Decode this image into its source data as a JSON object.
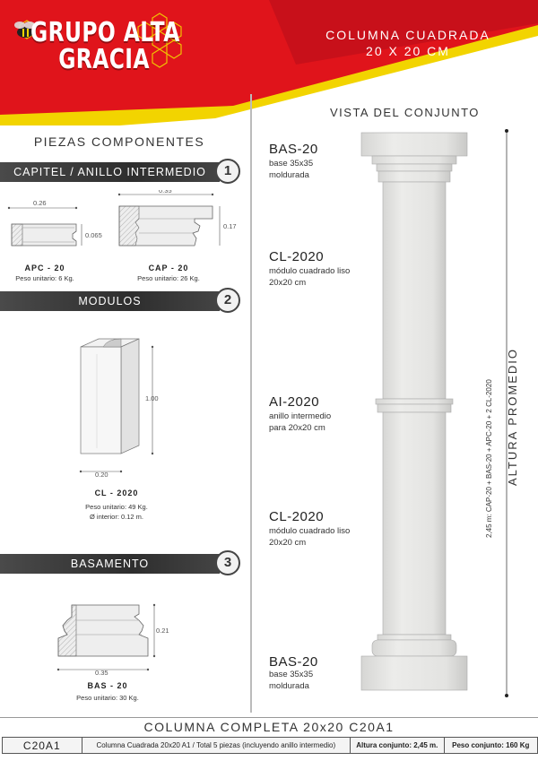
{
  "brand": {
    "line1": "GRUPO ALTA",
    "line2": "GRACIA"
  },
  "header": {
    "title_line1": "COLUMNA CUADRADA",
    "title_line2": "20 X 20 CM"
  },
  "left": {
    "heading": "PIEZAS COMPONENTES",
    "sections": [
      {
        "label": "CAPITEL / ANILLO INTERMEDIO",
        "number": "1"
      },
      {
        "label": "MODULOS",
        "number": "2"
      },
      {
        "label": "BASAMENTO",
        "number": "3"
      }
    ],
    "pieces": {
      "apc": {
        "code": "APC - 20",
        "info": "Peso unitario: 6 Kg.",
        "dim_w": "0.26",
        "dim_h": "0.065"
      },
      "cap": {
        "code": "CAP - 20",
        "info": "Peso unitario: 26 Kg.",
        "dim_w": "0.35",
        "dim_h": "0.17"
      },
      "cl": {
        "code": "CL - 2020",
        "info1": "Peso unitario: 49 Kg.",
        "info2": "Ø interior: 0.12 m.",
        "dim_w": "0.20",
        "dim_h": "1.00"
      },
      "bas": {
        "code": "BAS - 20",
        "info": "Peso unitario: 30 Kg.",
        "dim_w": "0.35",
        "dim_h": "0.21"
      }
    }
  },
  "right": {
    "heading": "VISTA DEL CONJUNTO",
    "labels": [
      {
        "code": "BAS-20",
        "desc": "base 35x35\nmoldurada"
      },
      {
        "code": "CL-2020",
        "desc": "módulo cuadrado liso\n20x20 cm"
      },
      {
        "code": "AI-2020",
        "desc": "anillo intermedio\npara 20x20 cm"
      },
      {
        "code": "CL-2020",
        "desc": "módulo cuadrado liso\n20x20 cm"
      },
      {
        "code": "BAS-20",
        "desc": "base 35x35\nmoldurada"
      }
    ],
    "height_formula": "2,45 m:  CAP-20 +  BAS-20 + APC-20 + 2 CL-2020",
    "height_label": "ALTURA PROMEDIO"
  },
  "footer": {
    "title": "COLUMNA COMPLETA 20x20 C20A1",
    "code": "C20A1",
    "description": "Columna Cuadrada 20x20 A1 / Total 5 piezas (incluyendo anillo intermedio)",
    "height": "Altura conjunto: 2,45 m.",
    "weight": "Peso conjunto: 160 Kg"
  },
  "colors": {
    "brand_red": "#e0141b",
    "accent_yellow": "#f2d400",
    "dark_bar": "#3a3a3a"
  }
}
